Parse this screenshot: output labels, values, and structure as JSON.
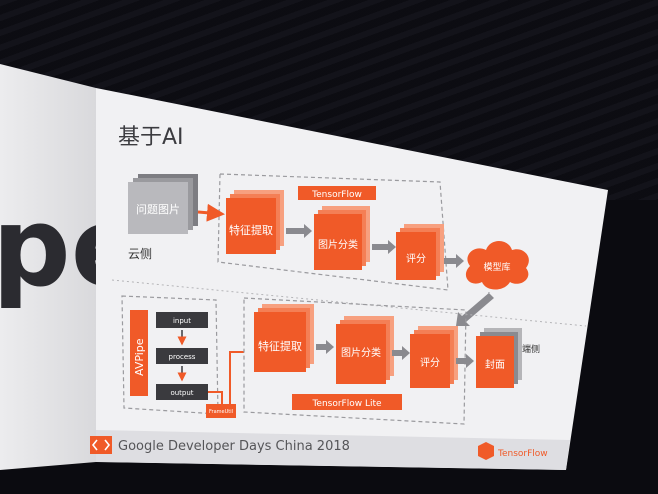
{
  "slide": {
    "title": "基于AI",
    "left_backdrop_text": "pe",
    "cloud": {
      "input_label": "问题图片",
      "side_label": "云侧",
      "framework_label": "TensorFlow",
      "steps": [
        "特征提取",
        "图片分类",
        "评分"
      ],
      "model_store": "模型库"
    },
    "device": {
      "pipeline_label": "AVPipe",
      "pipeline_steps": [
        "input",
        "process",
        "output"
      ],
      "frame_label": "FrameUtil",
      "framework_label": "TensorFlow Lite",
      "steps": [
        "特征提取",
        "图片分类",
        "评分"
      ],
      "output_label": "封面",
      "side_label": "端侧"
    },
    "footer": {
      "event": "Google Developer Days China 2018",
      "logo_text": "TensorFlow"
    }
  },
  "colors": {
    "accent": "#f05a28",
    "slide_bg": "#f1f1f3",
    "footer_bg": "#dedee2",
    "gray_box": "#3a3a3e"
  }
}
